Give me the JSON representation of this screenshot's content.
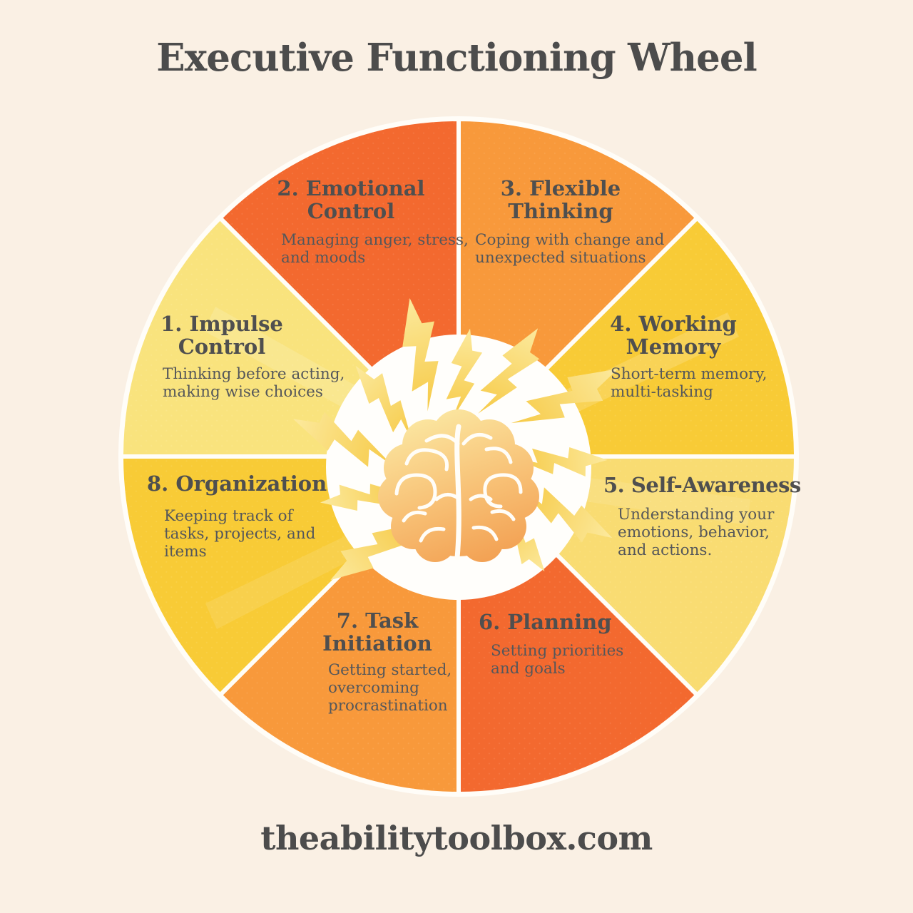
{
  "title": "Executive Functioning Wheel",
  "website": "theabilitytoolbox.com",
  "center_icon": "brain-with-lightning-bolts",
  "colors": {
    "background": "#FAF0E4",
    "title_text": "#4C4C4C",
    "heading_text": "#4F4F4F",
    "body_text": "#55575A",
    "divider_white": "#FFFDF8",
    "center_circle_white": "#FFFEFB",
    "bolt_gold": "#F7CD4B",
    "light_yellow": "#F9E07A",
    "golden_yellow": "#F8CB36",
    "orange": "#F8993B",
    "red_orange": "#F3692F"
  },
  "segments": [
    {
      "id": 1,
      "name": "Impulse Control",
      "heading": "1. Impulse\nControl",
      "description": "Thinking before acting,\nmaking wise choices",
      "color": "#F9E37D"
    },
    {
      "id": 2,
      "name": "Emotional Control",
      "heading": "2. Emotional\nControl",
      "description": "Managing anger, stress,\nand moods",
      "color": "#F3692F"
    },
    {
      "id": 3,
      "name": "Flexible Thinking",
      "heading": "3. Flexible\nThinking",
      "description": "Coping with change and\nunexpected situations",
      "color": "#F8993B"
    },
    {
      "id": 4,
      "name": "Working Memory",
      "heading": "4. Working\nMemory",
      "description": "Short-term memory,\nmulti-tasking",
      "color": "#F8CB36"
    },
    {
      "id": 5,
      "name": "Self-Awareness",
      "heading": "5. Self-Awareness",
      "description": "Understanding your\nemotions, behavior,\nand actions.",
      "color": "#F9DC72"
    },
    {
      "id": 6,
      "name": "Planning",
      "heading": "6. Planning",
      "description": "Setting priorities\nand goals",
      "color": "#F3692F"
    },
    {
      "id": 7,
      "name": "Task Initiation",
      "heading": "7. Task\nInitiation",
      "description": "Getting started,\novercoming\nprocrastination",
      "color": "#F8993B"
    },
    {
      "id": 8,
      "name": "Organization",
      "heading": "8. Organization",
      "description": "Keeping track of\ntasks, projects, and\nitems",
      "color": "#F8CB36"
    }
  ]
}
